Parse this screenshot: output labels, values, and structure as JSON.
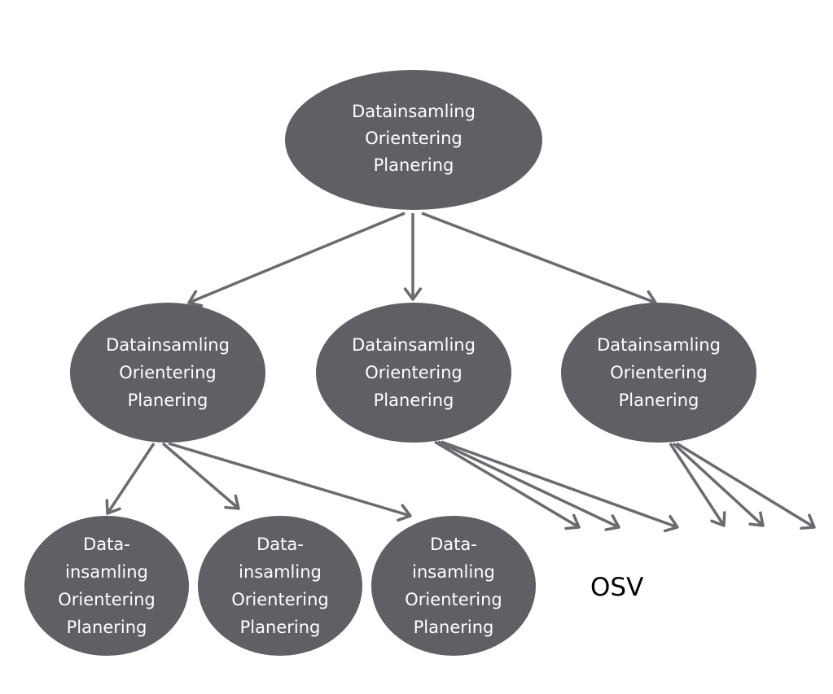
{
  "nodes": [
    {
      "id": "root",
      "lines": [
        "Datainsamling",
        "Orientering",
        "Planering"
      ]
    },
    {
      "id": "mid-left",
      "lines": [
        "Datainsamling",
        "Orientering",
        "Planering"
      ]
    },
    {
      "id": "mid-center",
      "lines": [
        "Datainsamling",
        "Orientering",
        "Planering"
      ]
    },
    {
      "id": "mid-right",
      "lines": [
        "Datainsamling",
        "Orientering",
        "Planering"
      ]
    },
    {
      "id": "leaf-1",
      "lines": [
        "Data-",
        "insamling",
        "Orientering",
        "Planering"
      ]
    },
    {
      "id": "leaf-2",
      "lines": [
        "Data-",
        "insamling",
        "Orientering",
        "Planering"
      ]
    },
    {
      "id": "leaf-3",
      "lines": [
        "Data-",
        "insamling",
        "Orientering",
        "Planering"
      ]
    }
  ],
  "edges": [
    {
      "from": "root",
      "to": "mid-left"
    },
    {
      "from": "root",
      "to": "mid-center"
    },
    {
      "from": "root",
      "to": "mid-right"
    },
    {
      "from": "mid-left",
      "to": "leaf-1"
    },
    {
      "from": "mid-left",
      "to": "leaf-2"
    },
    {
      "from": "mid-left",
      "to": "leaf-3"
    }
  ],
  "continuation_label": "OSV",
  "colors": {
    "node_fill": "#5f6066",
    "node_text": "#ffffff",
    "edge": "#6a6b70",
    "label_text": "#000000"
  }
}
